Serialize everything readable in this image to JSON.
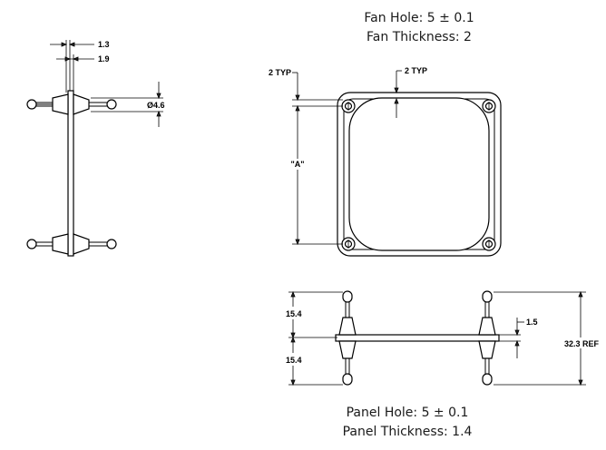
{
  "fan": {
    "hole": "Fan Hole: 5 ± 0.1",
    "thickness": "Fan Thickness: 2"
  },
  "panel": {
    "hole": "Panel Hole: 5 ± 0.1",
    "thickness": "Panel Thickness: 1.4"
  },
  "side_view": {
    "dim_top": "1.3",
    "dim_second": "1.9",
    "dim_diameter": "Ø4.6"
  },
  "front_view": {
    "typ_left": "2 TYP",
    "typ_right": "2 TYP",
    "dim_a": "\"A\""
  },
  "bottom_view": {
    "dim_upper": "15.4",
    "dim_lower": "15.4",
    "dim_thickness": "1.5",
    "dim_ref": "32.3 REF"
  }
}
